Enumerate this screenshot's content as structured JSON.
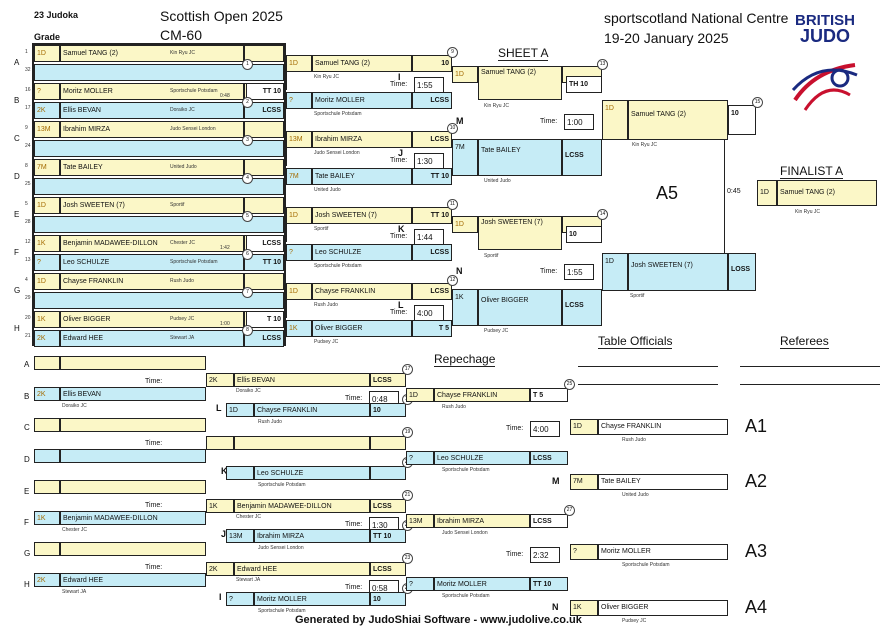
{
  "header": {
    "judoka_count": "23 Judoka",
    "grade": "Grade",
    "event": "Scottish Open 2025",
    "category": "CM-60",
    "venue": "sportscotland National Centre",
    "dates": "19-20 January 2025",
    "logo_top": "BRITISH",
    "logo_bottom": "JUDO",
    "sheet": "SHEET A",
    "finalist": "FINALIST A",
    "block": "A5",
    "repechage": "Repechage",
    "table_officials": "Table Officials",
    "referees": "Referees",
    "footer": "Generated by JudoShiai Software - www.judolive.co.uk"
  },
  "rows": [
    "A",
    "B",
    "C",
    "D",
    "E",
    "F",
    "G",
    "H"
  ],
  "first_round": [
    {
      "n": "1",
      "g": "1D",
      "name": "Samuel TANG (2)",
      "club": "Kin Ryu JC",
      "ln": "32"
    },
    {
      "n": "16",
      "g": "?",
      "name": "Moritz MOLLER",
      "club": "Sportschule Potsdam",
      "ln": "17",
      "g2": "2K",
      "name2": "Ellis BEVAN",
      "club2": "Doraiko JC",
      "time": "0:48",
      "res": "TT 10",
      "res2": "LCSS"
    },
    {
      "n": "9",
      "g": "13M",
      "name": "Ibrahim MIRZA",
      "club": "Judo Sensei London",
      "ln": "24"
    },
    {
      "n": "8",
      "g": "7M",
      "name": "Tate BAILEY",
      "club": "United Judo",
      "ln": "25"
    },
    {
      "n": "5",
      "g": "1D",
      "name": "Josh SWEETEN (7)",
      "club": "Sportif",
      "ln": "28"
    },
    {
      "n": "12",
      "g": "1K",
      "name": "Benjamin MADAWEE-DILLON",
      "club": "Chester JC",
      "ln": "13",
      "g2": "?",
      "name2": "Leo SCHULZE",
      "club2": "Sportschule Potsdam",
      "time": "1:42",
      "res": "LCSS",
      "res2": "TT 10"
    },
    {
      "n": "4",
      "g": "1D",
      "name": "Chayse FRANKLIN",
      "club": "Rush Judo",
      "ln": "29"
    },
    {
      "n": "20",
      "g": "1K",
      "name": "Oliver BIGGER",
      "club": "Pudsey JC",
      "ln": "21",
      "g2": "2K",
      "name2": "Edward HEE",
      "club2": "Stewart JA",
      "time": "1:00",
      "res": "T 10",
      "res2": "LCSS"
    }
  ],
  "second_round": [
    {
      "g": "1D",
      "name": "Samuel TANG (2)",
      "club": "Kin Ryu JC",
      "g2": "?",
      "name2": "Moritz MOLLER",
      "club2": "Sportschule Potsdam",
      "tag": "I",
      "time": "1:55",
      "res": "10",
      "res2": "LCSS"
    },
    {
      "g": "13M",
      "name": "Ibrahim MIRZA",
      "club": "Judo Sensei London",
      "g2": "7M",
      "name2": "Tate BAILEY",
      "club2": "United Judo",
      "tag": "J",
      "time": "1:30",
      "res": "LCSS",
      "res2": "TT 10"
    },
    {
      "g": "1D",
      "name": "Josh SWEETEN (7)",
      "club": "Sportif",
      "g2": "?",
      "name2": "Leo SCHULZE",
      "club2": "Sportschule Potsdam",
      "tag": "K",
      "time": "1:44",
      "res": "TT 10",
      "res2": "LCSS"
    },
    {
      "g": "1D",
      "name": "Chayse FRANKLIN",
      "club": "Rush Judo",
      "g2": "1K",
      "name2": "Oliver BIGGER",
      "club2": "Pudsey JC",
      "tag": "L",
      "time": "4:00",
      "res": "LCSS",
      "res2": "T 5"
    }
  ],
  "third_round": [
    {
      "g": "1D",
      "name": "Samuel TANG (2)",
      "club": "Kin Ryu JC",
      "g2": "7M",
      "name2": "Tate BAILEY",
      "club2": "United Judo",
      "tag": "M",
      "time": "1:00",
      "res": "TH 10",
      "res2": "LCSS"
    },
    {
      "g": "1D",
      "name": "Josh SWEETEN (7)",
      "club": "Sportif",
      "g2": "1K",
      "name2": "Oliver BIGGER",
      "club2": "Pudsey JC",
      "tag": "N",
      "time": "1:55",
      "res": "10",
      "res2": "LCSS"
    }
  ],
  "semi": {
    "g": "1D",
    "name": "Samuel TANG (2)",
    "club": "Kin Ryu JC",
    "g2": "1D",
    "name2": "Josh SWEETEN (7)",
    "club2": "Sportif",
    "time": "0:45",
    "res": "10",
    "res2": "LOSS"
  },
  "final": {
    "g": "1D",
    "name": "Samuel TANG (2)",
    "club": "Kin Ryu JC"
  },
  "time_label": "Time:",
  "repechage_rows": [
    {
      "row": "A",
      "g": "",
      "name": "",
      "club": ""
    },
    {
      "row": "B",
      "g": "2K",
      "name": "Ellis BEVAN",
      "club": "Doraiko JC"
    },
    {
      "row": "C",
      "g": "",
      "name": "",
      "club": ""
    },
    {
      "row": "D",
      "g": "",
      "name": "",
      "club": ""
    },
    {
      "row": "E",
      "g": "",
      "name": "",
      "club": ""
    },
    {
      "row": "F",
      "g": "1K",
      "name": "Benjamin MADAWEE-DILLON",
      "club": "Chester JC"
    },
    {
      "row": "G",
      "g": "",
      "name": "",
      "club": ""
    },
    {
      "row": "H",
      "g": "2K",
      "name": "Edward HEE",
      "club": "Stewart JA"
    }
  ],
  "rep_r1": [
    {
      "g": "2K",
      "name": "Ellis BEVAN",
      "club": "Doraiko JC",
      "res": "LCSS",
      "time": "0:48",
      "tag": "L",
      "g2": "1D",
      "name2": "Chayse FRANKLIN",
      "club2": "Rush Judo",
      "res2": "10"
    },
    {
      "g": "",
      "name": "",
      "club": "",
      "tag": "K",
      "g2": "",
      "name2": "Leo SCHULZE",
      "club2": "Sportschule Potsdam"
    },
    {
      "g": "1K",
      "name": "Benjamin MADAWEE-DILLON",
      "club": "Chester JC",
      "res": "LCSS",
      "time": "1:30",
      "tag": "J",
      "g2": "13M",
      "name2": "Ibrahim MIRZA",
      "club2": "Judo Sensei London",
      "res2": "TT 10"
    },
    {
      "g": "2K",
      "name": "Edward HEE",
      "club": "Stewart JA",
      "res": "LCSS",
      "time": "0:58",
      "tag": "I",
      "g2": "?",
      "name2": "Moritz MOLLER",
      "club2": "Sportschule Potsdam",
      "res2": "10"
    }
  ],
  "rep_r2": [
    {
      "g": "1D",
      "name": "Chayse FRANKLIN",
      "club": "Rush Judo",
      "res": "T 5",
      "time": "4:00",
      "g2": "?",
      "name2": "Leo SCHULZE",
      "club2": "Sportschule Potsdam",
      "res2": "LCSS"
    },
    {
      "g": "13M",
      "name": "Ibrahim MIRZA",
      "club": "Judo Sensei London",
      "res": "LCSS",
      "time": "2:32",
      "g2": "?",
      "name2": "Moritz MOLLER",
      "club2": "Sportschule Potsdam",
      "res2": "TT 10"
    }
  ],
  "placings": [
    {
      "g": "1D",
      "name": "Chayse FRANKLIN",
      "club": "Rush Judo",
      "label": "A1",
      "tag": ""
    },
    {
      "g": "7M",
      "name": "Tate BAILEY",
      "club": "United Judo",
      "label": "A2",
      "tag": "M"
    },
    {
      "g": "?",
      "name": "Moritz MOLLER",
      "club": "Sportschule Potsdam",
      "label": "A3",
      "tag": ""
    },
    {
      "g": "1K",
      "name": "Oliver BIGGER",
      "club": "Pudsey JC",
      "label": "A4",
      "tag": "N"
    }
  ]
}
